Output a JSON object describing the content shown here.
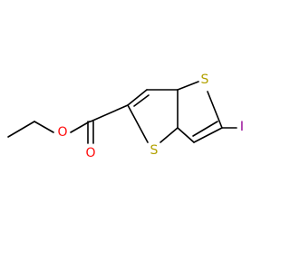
{
  "molecule": {
    "atoms": {
      "oxygen_ester": "O",
      "oxygen_carbonyl": "O",
      "sulfur_top": "S",
      "sulfur_bottom": "S",
      "iodine": "I"
    },
    "colors": {
      "bond": "#000000",
      "oxygen": "#ff0d0d",
      "sulfur": "#b2a100",
      "iodine": "#940094"
    }
  }
}
